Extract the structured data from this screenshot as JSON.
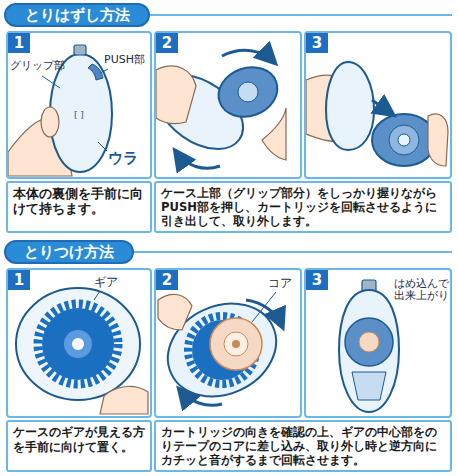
{
  "diagram": {
    "nodes": [
      {
        "text": [
          "とりはずし方法"
        ]
      },
      {
        "text": [
          "1"
        ]
      },
      {
        "text": [
          "2"
        ]
      },
      {
        "text": [
          "3"
        ]
      },
      {
        "text": [
          "本体の裏側を手前に向けて持ちます。"
        ]
      },
      {
        "text": [
          "ケース上部（グリップ部分）をしっかり握りながらPUSH部を押し、カートリッジを回転させるように引き出して、取り外します。"
        ]
      },
      {
        "text": [
          "とりつけ方法"
        ]
      },
      {
        "text": [
          "1"
        ]
      },
      {
        "text": [
          "2"
        ]
      },
      {
        "text": [
          "3"
        ]
      },
      {
        "text": [
          "ケースのギアが見える方を手前に向けて置く。"
        ]
      },
      {
        "text": [
          "カートリッジの向きを確認の上、ギアの中心部をのりテープのコアに差し込み、取り外し時と逆方向にカチッと音がするまで回転させます。"
        ]
      }
    ],
    "edges": [],
    "labels": [
      "グリップ部",
      "PUSH部",
      "ウラ",
      "ギア",
      "コア",
      "はめ込んで出来上がり"
    ]
  }
}
